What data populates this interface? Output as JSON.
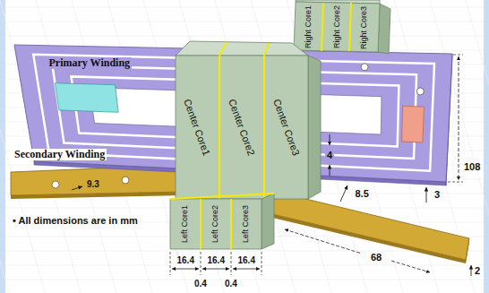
{
  "diagram": {
    "labels": [
      "Primary Winding",
      "Right Core1",
      "Right Core2",
      "Right Core3",
      "Center Core1",
      "Center Core2",
      "Center Core3",
      "108",
      "4",
      "8.5",
      "Secondary Winding",
      "9.3",
      "3",
      "• All dimensions are in mm",
      "Left Core1",
      "Left Core2",
      "Left Core3",
      "68",
      "2",
      "16.4",
      "16.4",
      "16.4",
      "0.4",
      "0.4"
    ]
  }
}
